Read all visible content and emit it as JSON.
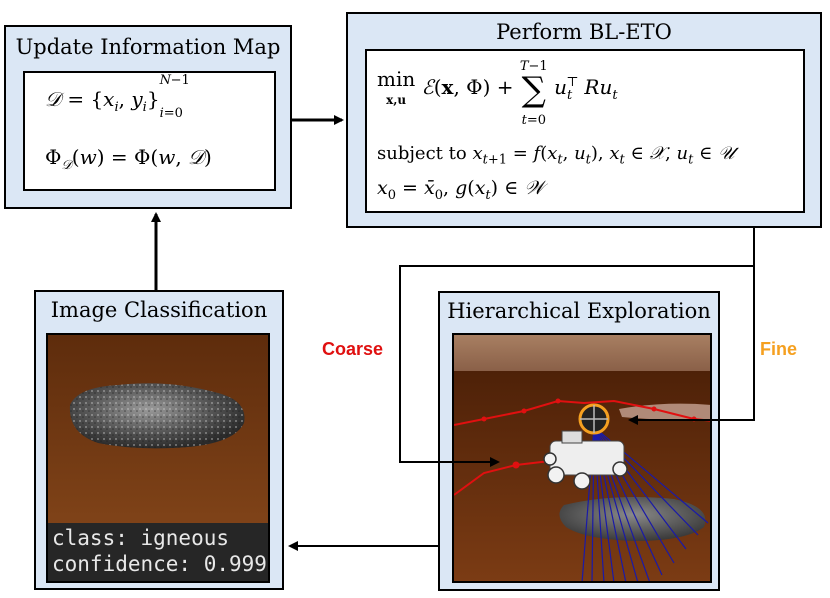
{
  "panels": {
    "update_map": {
      "title": "Update Information Map"
    },
    "bl_eto": {
      "title": "Perform BL-ETO",
      "subject_to": "subject to"
    },
    "image_classification": {
      "title": "Image Classification",
      "class_line": "class: igneous",
      "confidence_line": "confidence: 0.999"
    },
    "hierarchical_exploration": {
      "title": "Hierarchical Exploration"
    }
  },
  "labels": {
    "coarse": "Coarse",
    "fine": "Fine"
  },
  "colors": {
    "panel_fill": "#dbe7f5",
    "coarse": "#e01010",
    "fine": "#f5a020",
    "sensor_rays": "#1a1aa8",
    "terrain": "#7a3a12"
  }
}
